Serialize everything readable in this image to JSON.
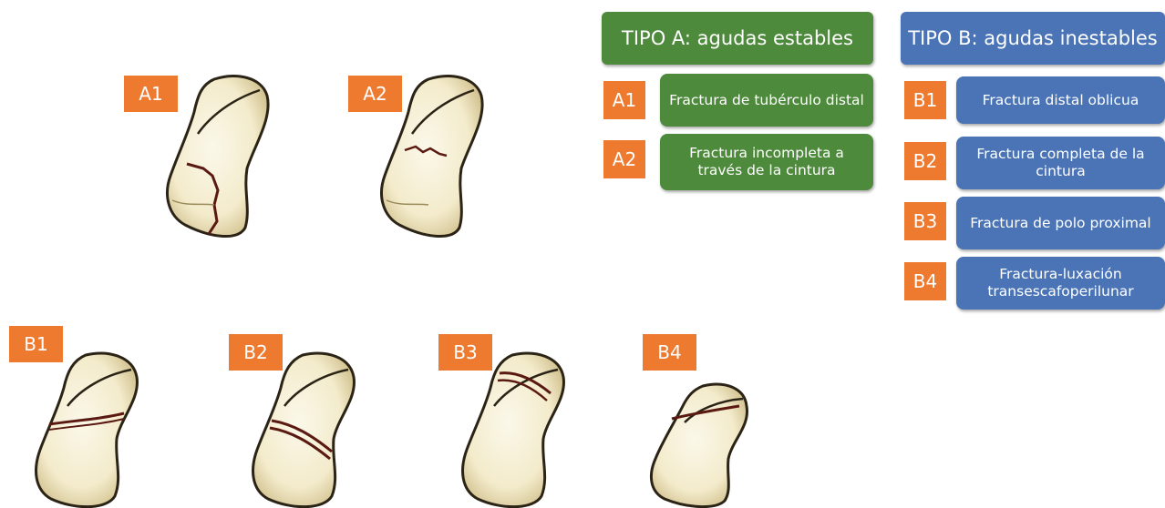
{
  "tipo_a": {
    "header": "TIPO A: agudas estables",
    "items": [
      {
        "code": "A1",
        "text": "Fractura de tubérculo distal"
      },
      {
        "code": "A2",
        "text": "Fractura incompleta a través de la cintura"
      }
    ]
  },
  "tipo_b": {
    "header": "TIPO B: agudas inestables",
    "items": [
      {
        "code": "B1",
        "text": "Fractura distal oblicua"
      },
      {
        "code": "B2",
        "text": "Fractura completa de la cintura"
      },
      {
        "code": "B3",
        "text": "Fractura de polo proximal"
      },
      {
        "code": "B4",
        "text": "Fractura-luxación transescafoperilunar"
      }
    ]
  },
  "figures": [
    {
      "label": "A1"
    },
    {
      "label": "A2"
    },
    {
      "label": "B1"
    },
    {
      "label": "B2"
    },
    {
      "label": "B3"
    },
    {
      "label": "B4"
    }
  ],
  "colors": {
    "orange": "#ee7a30",
    "green": "#4e8a3c",
    "blue": "#4a74b6",
    "bone": "#f5efd6",
    "fracture": "#5a1a12"
  }
}
